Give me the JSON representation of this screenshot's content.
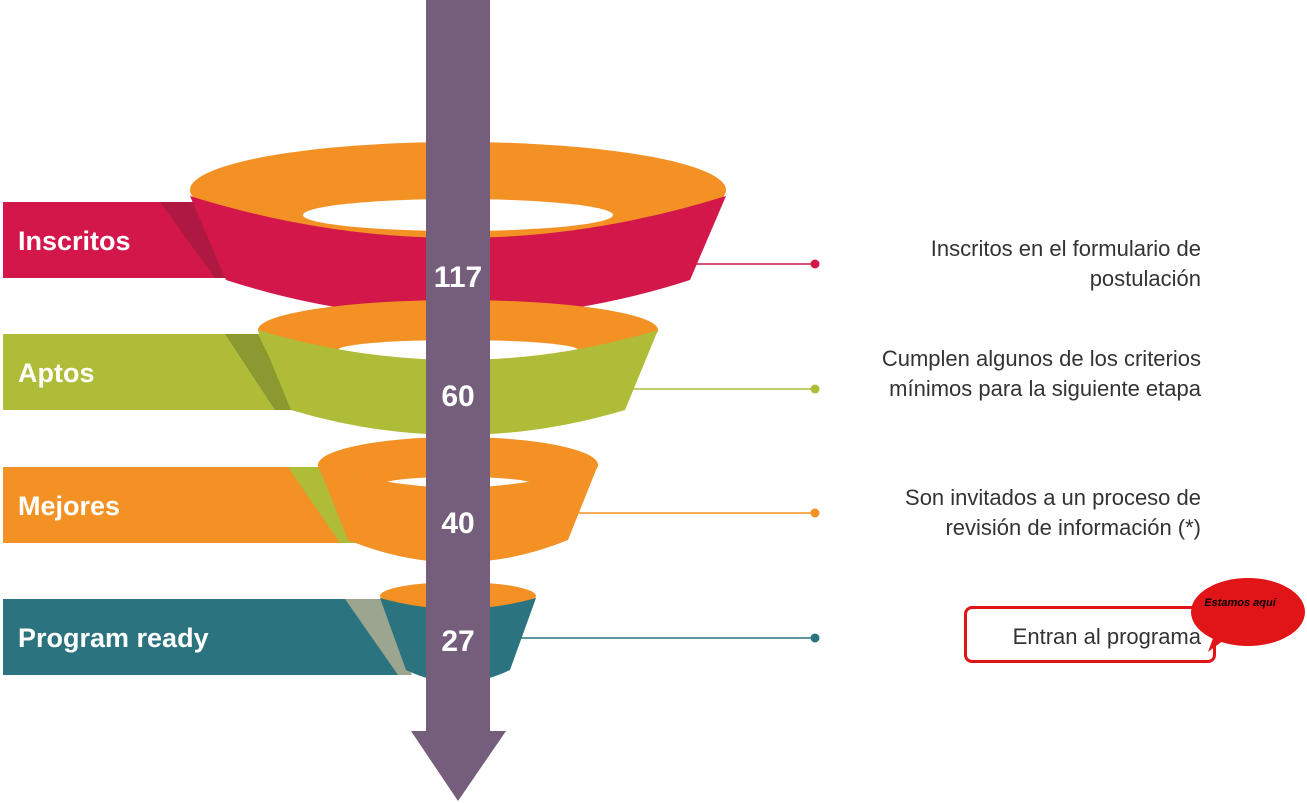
{
  "stages": [
    {
      "name": "Inscritos",
      "value": "117",
      "description": "Inscritos en el formulario de postulación",
      "color": "#d3174a"
    },
    {
      "name": "Aptos",
      "value": "60",
      "description": "Cumplen algunos de los criterios mínimos para la siguiente etapa",
      "color": "#afbc38"
    },
    {
      "name": "Mejores",
      "value": "40",
      "description": "Son invitados a un proceso de revisión de información (*)",
      "color": "#f39125"
    },
    {
      "name": "Program ready",
      "value": "27",
      "description": "Entran al programa",
      "color": "#2b737e"
    }
  ],
  "callout": {
    "text": "Estamos aquí",
    "color": "#e11418",
    "highlight_stage": "Program ready"
  },
  "colors": {
    "arrow": "#745e7b",
    "funnel_top": "#f39125"
  }
}
